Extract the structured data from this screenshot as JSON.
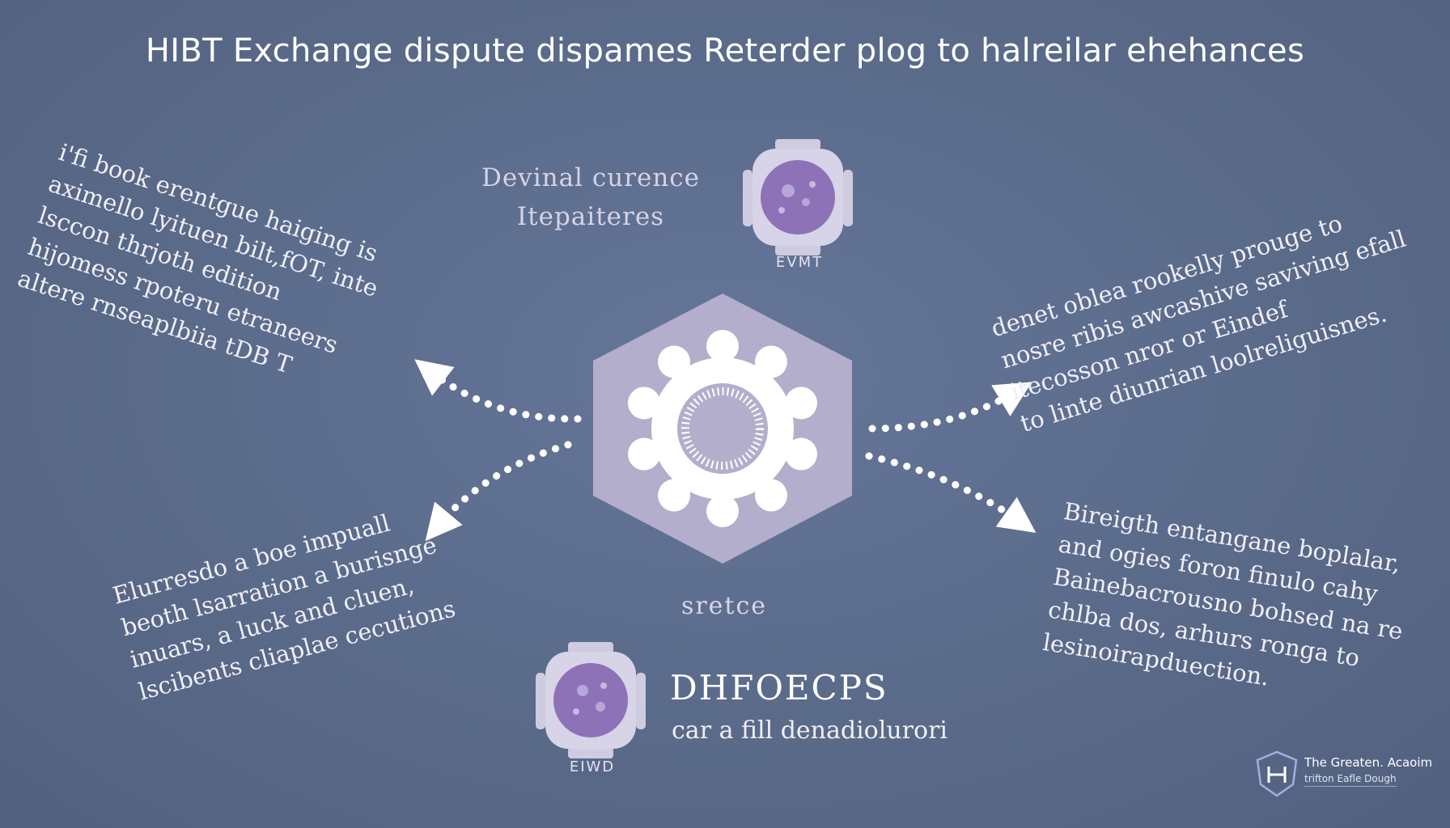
{
  "title": "HIBT Exchange dispute dispames Reterder plog to halreilar ehehances",
  "top_caption": {
    "line1": "Devinal curence",
    "line2": "Itepaiteres"
  },
  "badges": {
    "top_label": "EVMT",
    "bottom_label": "EIWD"
  },
  "center_caption": "sretce",
  "bottom_heading": "DHFOECPS",
  "bottom_subtitle": "car a fill denadiolurori",
  "text_top_left": [
    "i'fi book erentgue haiging is",
    "aximello lyituen bilt,fOT, inte",
    "lsccon thrjoth edition",
    "hijomess rpoteru etraneers",
    "altere rnseaplbiia tDB T"
  ],
  "text_top_right": [
    "denet oblea rookelly prouge to",
    "nosre ribis awcashive saviving efall",
    "itecosson nror or Eindef",
    "to linte diunrian loolreliguisnes."
  ],
  "text_bottom_left": [
    "Elurresdo a boe impuall",
    "beoth lsarration a burisnge",
    "inuars, a luck and cluen,",
    "lscibents cliaplae cecutions"
  ],
  "text_bottom_right": [
    "Bireigth entangane boplalar,",
    "and ogies foron finulo cahy",
    "Bainebacrousno bohsed na re",
    "chlba dos, arhurs ronga to",
    "lesinoirapduection."
  ],
  "footer": {
    "line1": "The Greaten. Acaoim",
    "line2": "trifton Eafle Dough"
  },
  "colors": {
    "background": "#5b6b8a",
    "hexagon": "#b3aecb",
    "gear": "#ffffff",
    "badge_purple": "#8d72b8",
    "arrows": "#ffffff"
  },
  "icons": [
    "gear-icon",
    "lens-badge-icon",
    "arrow-icon",
    "shield-logo-icon"
  ]
}
